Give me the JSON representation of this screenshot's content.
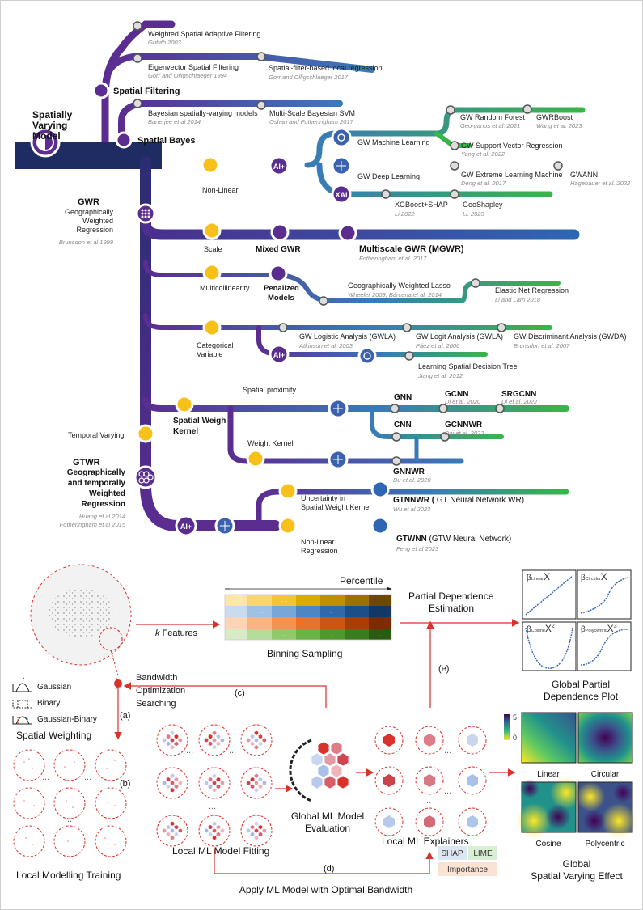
{
  "tree": {
    "root": {
      "label": [
        "Spatially",
        "Varying",
        "Model"
      ]
    },
    "spatial_filtering": {
      "label": "Spatial Filtering"
    },
    "spatial_bayes": {
      "label": "Spatial Bayes"
    },
    "wsaf": {
      "title": "Weighted Spatial Adaptive Filtering",
      "cite": "Griffith 2003"
    },
    "esf": {
      "title": "Eigenvector Spatial Filtering",
      "cite": "Gorr and Olligschlaeger  1994"
    },
    "sflr": {
      "title": "Spatial-filter-based local regression",
      "cite": "Gorr and Olligschlaeger  2017"
    },
    "bsvm": {
      "title": "Bayesian spatially-varying models",
      "cite": "Banerjee et al  2014"
    },
    "msbsvm": {
      "title": "Multi-Scale Bayesian SVM",
      "cite": "Oshan and Fotheringham 2017"
    },
    "gwr": {
      "label": "GWR",
      "full": [
        "Geographically",
        "Weighted",
        "Regression"
      ],
      "cite": "Brunsdon et al 1999"
    },
    "nonlinear": "Non-Linear",
    "ai_plus": "AI+",
    "xai": "XAI",
    "gwml": "GW Machine Learning",
    "gwdl": "GW Deep Learning",
    "gwrf": {
      "title": "GW Random Forest",
      "cite": "Georganos et al. 2021"
    },
    "gwrboost": {
      "title": "GWRBoost",
      "cite": "Wang et al. 2023"
    },
    "gwsvr": {
      "title": "GW Support Vector Regression",
      "cite": "Yang et al. 2022"
    },
    "gwelm": {
      "title": "GW Extreme Learning Machine",
      "cite": "Deng et al. 2017"
    },
    "gwann": {
      "title": "GWANN",
      "cite": "Hagenauer et al. 2022"
    },
    "xgb": {
      "title": "XGBoost+SHAP",
      "cite": "Li 2022"
    },
    "geoshapley": {
      "title": "GeoShapley",
      "cite": "Li. 2023"
    },
    "scale": "Scale",
    "mixed_gwr": "Mixed GWR",
    "mgwr": {
      "title": "Multiscale GWR (MGWR)",
      "cite": "Fotheringham et al.   2017"
    },
    "multicollinearity": "Multicollinearity",
    "penalized": [
      "Penalized",
      "Models"
    ],
    "gwlasso": {
      "title": "Geographically Weighted Lasso",
      "cite": "Wheeler 2009, Bárcena et al. 2014"
    },
    "elastic": {
      "title": "Elastic Net Regression",
      "cite": "Li and Lam  2018"
    },
    "categorical": [
      "Categorical",
      "Variable"
    ],
    "gwla1": {
      "title": "GW Logistic Analysis (GWLA)",
      "cite": "Atkinson et al. 2003"
    },
    "gwla2": {
      "title": "GW Logit Analysis (GWLA)",
      "cite": "Páez et al. 2006"
    },
    "gwda": {
      "title": "GW Discriminant Analysis (GWDA)",
      "cite": "Brunsdon et al. 2007"
    },
    "lsdt": {
      "title": "Learning Spatial Decision Tree",
      "cite": "Jiang et al. 2012"
    },
    "swk": [
      "Spatial Weigh",
      "Kernel"
    ],
    "spatial_proximity": "Spatial proximity",
    "weight_kernel": "Weight Kernel",
    "gnn": "GNN",
    "gcnn": {
      "title": "GCNN",
      "cite": "Di et al. 2020"
    },
    "srgcnn": {
      "title": "SRGCNN",
      "cite": "Di et al. 2022"
    },
    "cnn": "CNN",
    "gcnnwr": {
      "title": "GCNNWR",
      "cite": "Dai et al. 2022"
    },
    "gnnwr": {
      "title": "GNNWR",
      "cite": "Du et al. 2020"
    },
    "temporal": "Temporal Varying",
    "gtwr": {
      "label": "GTWR",
      "full": [
        "Geographically",
        "and temporally",
        "Weighted",
        "Regression"
      ],
      "cites": [
        "Huang et al  2014",
        "Fotheringham et al   2015"
      ]
    },
    "uncertainty": [
      "Uncertainty in",
      "Spatial Weight Kernel"
    ],
    "gtnnwr": {
      "title_bold": "GTNNWR (",
      "title_rest": " GT Neural Network WR)",
      "cite": "Wu et al 2023"
    },
    "nlr": [
      "Non-linear",
      "Regression"
    ],
    "gtwnn": {
      "title_bold": "GTWNN",
      "title_rest": " (GTW Neural Network)",
      "cite": "Feng et al 2023"
    }
  },
  "pipeline": {
    "k_features": "Features",
    "k_italic": "k",
    "percentile": "Percentile",
    "binning": "Binning Sampling",
    "pde": [
      "Partial Dependence",
      "Estimation"
    ],
    "gpdp": [
      "Global Partial",
      "Dependence Plot"
    ],
    "pdp_labels": [
      {
        "sub": "Linear",
        "exp": "X",
        "pow": ""
      },
      {
        "sub": "Circular",
        "exp": "X",
        "pow": ""
      },
      {
        "sub": "Cosine",
        "exp": "X",
        "pow": "2"
      },
      {
        "sub": "Polycentric",
        "exp": "X",
        "pow": "3"
      }
    ],
    "beta": "β",
    "bandwidth": [
      "Bandwidth",
      "Optimization",
      "Searching"
    ],
    "label_a": "(a)",
    "label_b": "(b)",
    "label_c": "(c)",
    "label_d": "(d)",
    "label_e": "(e)",
    "kernels": [
      "Gaussian",
      "Binary",
      "Gaussian-Binary"
    ],
    "spatial_weighting": "Spatial Weighting",
    "local_training": "Local Modelling Training",
    "local_fitting": "Local ML Model Fitting",
    "global_eval": [
      "Global ML Model",
      "Evaluation"
    ],
    "local_explainers": "Local ML Explainers",
    "shap": "SHAP",
    "lime": "LIME",
    "importance": "Importance",
    "apply": "Apply ML Model with Optimal Bandwidth",
    "colorbar": [
      "5",
      "0"
    ],
    "effect_labels": [
      "Linear",
      "Circular",
      "Cosine",
      "Polycentric"
    ],
    "gsve": [
      "Global",
      "Spatial Varying Effect"
    ],
    "ellipsis": "..."
  },
  "colors": {
    "navy": "#1f2b63",
    "purple": "#5b2d91",
    "blue": "#3a7ab8",
    "green": "#39b54a",
    "yellow": "#f7c11a",
    "red": "#d9312b"
  }
}
